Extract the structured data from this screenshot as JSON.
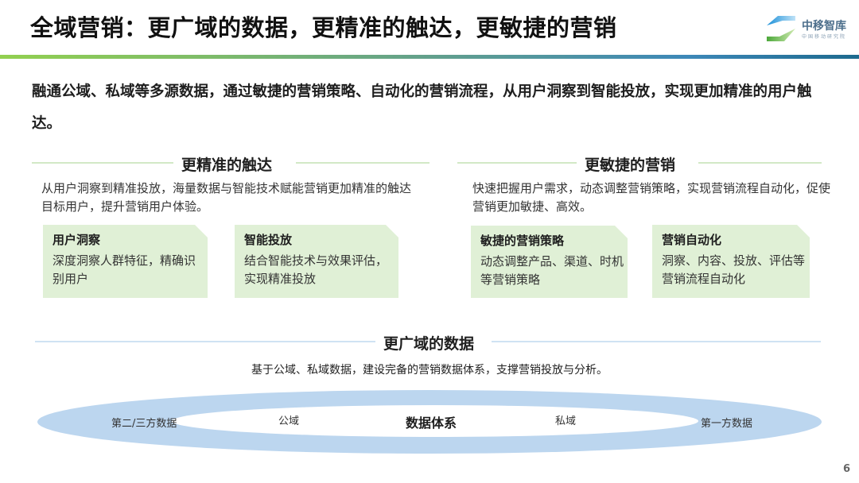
{
  "header": {
    "title": "全域营销：更广域的数据，更精准的触达，更敏捷的营销",
    "logo": {
      "name": "中移智库",
      "subtitle": "中国移动研究院"
    },
    "accent_gradient": [
      "#92d050",
      "#62a08c",
      "#3d88b8",
      "#1d6a8e"
    ]
  },
  "intro": "融通公域、私域等多源数据，通过敏捷的营销策略、自动化的营销流程，从用户洞察到智能投放，实现更加精准的用户触达。",
  "sections": {
    "precise": {
      "title": "更精准的触达",
      "desc": "从用户洞察到精准投放，海量数据与智能技术赋能营销更加精准的触达目标用户，提升营销用户体验。",
      "cards": [
        {
          "title": "用户洞察",
          "text": "深度洞察人群特征，精确识别用户"
        },
        {
          "title": "智能投放",
          "text": "结合智能技术与效果评估，实现精准投放"
        }
      ]
    },
    "agile": {
      "title": "更敏捷的营销",
      "desc": "快速把握用户需求，动态调整营销策略，实现营销流程自动化，促使营销更加敏捷、高效。",
      "cards": [
        {
          "title": "敏捷的营销策略",
          "text": "动态调整产品、渠道、时机等营销策略"
        },
        {
          "title": "营销自动化",
          "text": "洞察、内容、投放、评估等营销流程自动化"
        }
      ]
    },
    "data": {
      "title": "更广域的数据",
      "desc": "基于公域、私域数据，建设完备的营销数据体系，支撑营销投放与分析。",
      "diagram": {
        "center": "数据体系",
        "inner_left": "公域",
        "inner_right": "私域",
        "outer_left": "第二/三方数据",
        "outer_right": "第一方数据",
        "outer_color": "#bcd6ef",
        "card_color": "#e0f0d6"
      }
    }
  },
  "page_number": "6"
}
